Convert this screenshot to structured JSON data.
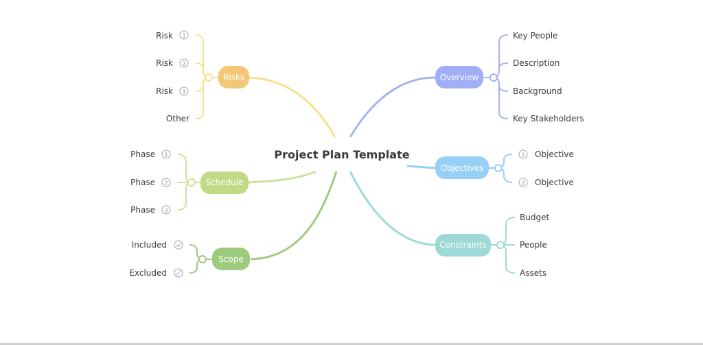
{
  "title": "Project Plan Template",
  "colors": {
    "risks": "#f3c777",
    "risks_line": "#f7e08e",
    "schedule": "#c2da87",
    "schedule_line": "#cde29b",
    "scope": "#9ccb7e",
    "scope_line": "#9ccb7e",
    "overview": "#9faef5",
    "overview_line": "#a7b3f3",
    "objectives": "#97d0f7",
    "objectives_line": "#97d0f7",
    "constraints": "#9ddad7",
    "constraints_line": "#9ddad7",
    "text": "#3b3b3b",
    "marker": "#a3a3a3"
  },
  "branches": {
    "risks": {
      "label": "Risks",
      "children": [
        {
          "label": "Risk",
          "marker": "1"
        },
        {
          "label": "Risk",
          "marker": "2"
        },
        {
          "label": "Risk",
          "marker": "3"
        },
        {
          "label": "Other",
          "marker": ""
        }
      ]
    },
    "schedule": {
      "label": "Schedule",
      "children": [
        {
          "label": "Phase",
          "marker": "1"
        },
        {
          "label": "Phase",
          "marker": "2"
        },
        {
          "label": "Phase",
          "marker": "3"
        }
      ]
    },
    "scope": {
      "label": "Scope",
      "children": [
        {
          "label": "Included",
          "marker": "check-circle-icon"
        },
        {
          "label": "Excluded",
          "marker": "prohibited-icon"
        }
      ]
    },
    "overview": {
      "label": "Overview",
      "children": [
        {
          "label": "Key People"
        },
        {
          "label": "Description"
        },
        {
          "label": "Background"
        },
        {
          "label": "Key Stakeholders"
        }
      ]
    },
    "objectives": {
      "label": "Objectives",
      "children": [
        {
          "label": "Objective",
          "marker": "1"
        },
        {
          "label": "Objective",
          "marker": "2"
        }
      ]
    },
    "constraints": {
      "label": "Constraints",
      "children": [
        {
          "label": "Budget"
        },
        {
          "label": "People"
        },
        {
          "label": "Assets"
        }
      ]
    }
  }
}
